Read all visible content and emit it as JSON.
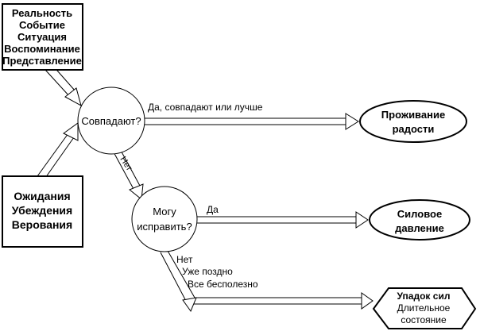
{
  "nodes": {
    "reality": [
      "Реальность",
      "Событие",
      "Ситуация",
      "Воспоминание",
      "Представление"
    ],
    "expectations": [
      "Ожидания",
      "Убеждения",
      "Верования"
    ],
    "match": "Совпадают?",
    "can_fix": [
      "Могу",
      "исправить?"
    ],
    "joy": [
      "Проживание",
      "радости"
    ],
    "pressure": [
      "Силовое",
      "давление"
    ],
    "decline": [
      "Упадок сил",
      "Длительное",
      "состояние"
    ]
  },
  "edges": {
    "yes_match": "Да, совпадают или лучше",
    "no_match": "Нет",
    "yes_fix": "Да",
    "no_fix": [
      "Нет",
      "Уже поздно",
      "Все бесполезно"
    ]
  }
}
